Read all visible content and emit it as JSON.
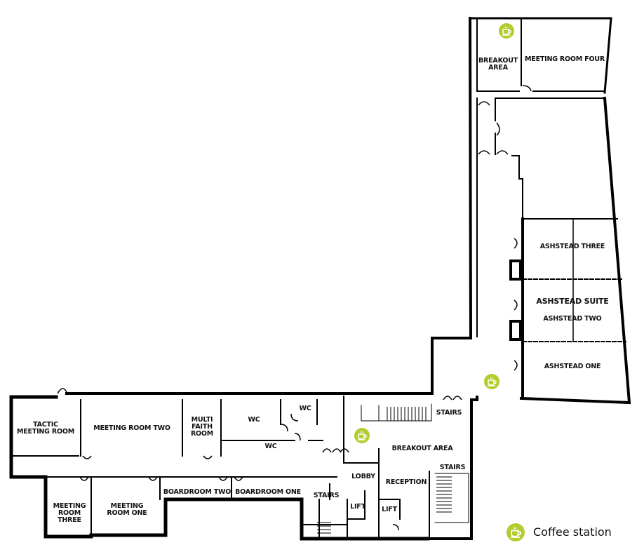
{
  "colors": {
    "wall": "#000000",
    "coffee_accent": "#b5cc2e",
    "background": "#ffffff"
  },
  "rooms": {
    "breakout_area_top": "BREAKOUT\nAREA",
    "meeting_room_four": "MEETING ROOM FOUR",
    "ashstead_three": "ASHSTEAD THREE",
    "ashstead_suite": "ASHSTEAD SUITE",
    "ashstead_two": "ASHSTEAD TWO",
    "ashstead_one": "ASHSTEAD ONE",
    "tactic_meeting_room": "TACTIC\nMEETING ROOM",
    "meeting_room_two": "MEETING ROOM TWO",
    "multi_faith_room": "MULTI\nFAITH\nROOM",
    "wc_1": "WC",
    "wc_2": "WC",
    "wc_3": "WC",
    "meeting_room_three": "MEETING\nROOM\nTHREE",
    "meeting_room_one": "MEETING\nROOM ONE",
    "boardroom_two": "BOARDROOM TWO",
    "boardroom_one": "BOARDROOM ONE",
    "stairs_1": "STAIRS",
    "stairs_2": "STAIRS",
    "stairs_3": "STAIRS",
    "breakout_area": "BREAKOUT AREA",
    "lobby": "LOBBY",
    "reception": "RECEPTION",
    "lift_1": "LIFT",
    "lift_2": "LIFT"
  },
  "coffee_stations": [
    "coffee-station",
    "coffee-station",
    "coffee-station"
  ],
  "legend": {
    "icon": "coffee-cup-icon",
    "label": "Coffee station"
  }
}
